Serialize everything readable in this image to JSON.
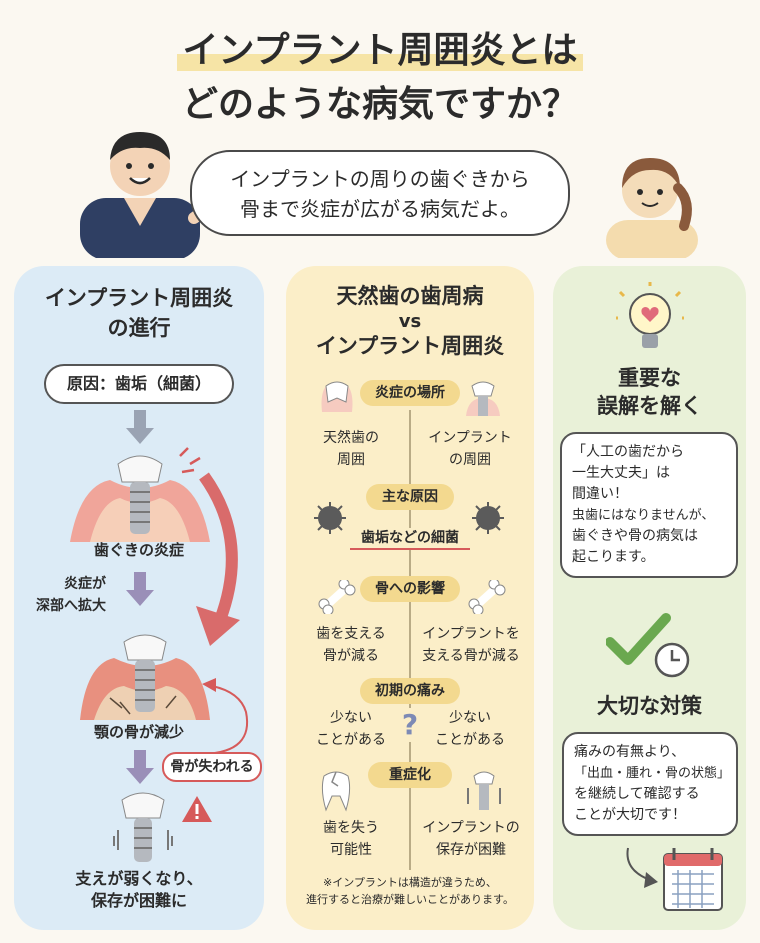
{
  "title": {
    "line1": "インプラント周囲炎とは",
    "line2": "どのような病気ですか？"
  },
  "speech": {
    "line1": "インプラントの周りの歯ぐきから",
    "line2": "骨まで炎症が広がる病気だよ。"
  },
  "progression": {
    "title1": "インプラント周囲炎",
    "title2": "の進行",
    "cause": "原因：歯垢（細菌）",
    "step1": "歯ぐきの炎症",
    "spread1": "炎症が",
    "spread2": "深部へ拡大",
    "step2": "顎の骨が減少",
    "bone_lost": "骨が失われる",
    "final1": "支えが弱くなり、",
    "final2": "保存が困難に"
  },
  "comparison": {
    "title1": "天然歯の歯周病",
    "vs": "vs",
    "title2": "インプラント周囲炎",
    "rows": [
      {
        "pill": "炎症の場所",
        "left1": "天然歯の",
        "left2": "周囲",
        "right1": "インプラント",
        "right2": "の周囲"
      },
      {
        "pill": "主な原因",
        "center": "歯垢などの細菌"
      },
      {
        "pill": "骨への影響",
        "left1": "歯を支える",
        "left2": "骨が減る",
        "right1": "インプラントを",
        "right2": "支える骨が減る"
      },
      {
        "pill": "初期の痛み",
        "left1": "少ない",
        "left2": "ことがある",
        "right1": "少ない",
        "right2": "ことがある"
      },
      {
        "pill": "重症化",
        "left1": "歯を失う",
        "left2": "可能性",
        "right1": "インプラントの",
        "right2": "保存が困難"
      }
    ],
    "note1": "※インプラントは構造が違うため、",
    "note2": "進行すると治療が難しいことがあります。"
  },
  "tips": {
    "title1": "重要な",
    "title2": "誤解を解く",
    "box1": [
      "「人工の歯だから",
      "一生大丈夫」は",
      "間違い！",
      "虫歯にはなりませんが、",
      "歯ぐきや骨の病気は",
      "起こります。"
    ],
    "title3": "大切な対策",
    "box2": [
      "痛みの有無より、",
      "「出血・腫れ・骨の状態」",
      "を継続して確認する",
      "ことが大切です！"
    ]
  },
  "colors": {
    "accent_red": "#d65a5a",
    "blue_panel": "#dcebf6",
    "yellow_panel": "#fbeec8",
    "green_panel": "#e9f1d8",
    "check_green": "#6aa84f"
  }
}
